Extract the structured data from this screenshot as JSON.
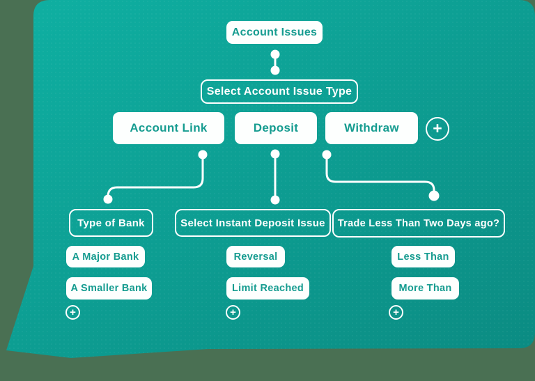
{
  "flowchart": {
    "root": {
      "label": "Account Issues"
    },
    "prompt": {
      "label": "Select Account Issue Type"
    },
    "branches": [
      {
        "label": "Account Link",
        "question": "Type of Bank",
        "options": [
          "A Major Bank",
          "A Smaller Bank"
        ]
      },
      {
        "label": "Deposit",
        "question": "Select Instant Deposit Issue",
        "options": [
          "Reversal",
          "Limit Reached"
        ]
      },
      {
        "label": "Withdraw",
        "question": "Trade Less Than Two Days ago?",
        "options": [
          "Less Than",
          "More Than"
        ]
      }
    ]
  },
  "icons": {
    "add_branch": "plus-circle-icon",
    "add_option": "plus-circle-icon",
    "plus_glyph": "+"
  },
  "colors": {
    "outer_background": "#4a7053",
    "bubble_gradient_top": "#0fb0a2",
    "bubble_gradient_bottom": "#0b8b82",
    "node_fill": "#ffffff",
    "node_teal_text": "#169c90",
    "connector": "#ffffff"
  }
}
